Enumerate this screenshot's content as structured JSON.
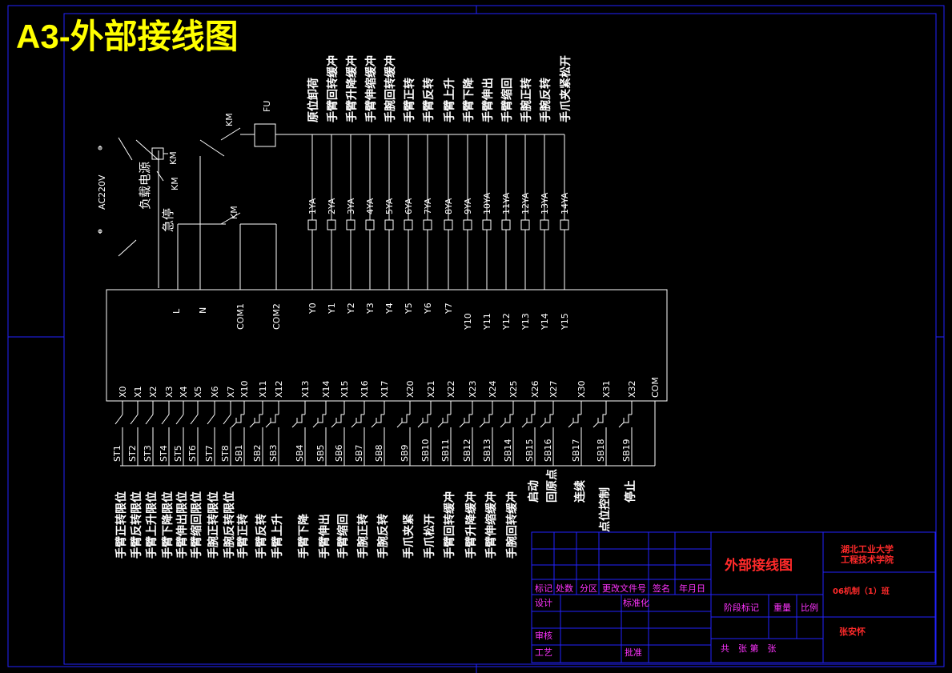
{
  "title": "A3-外部接线图",
  "power": {
    "ac": "AC220V",
    "fu": "FU",
    "km": "KM",
    "km2": "KM",
    "km3": "KM",
    "load": "负载电源",
    "stop": "急停"
  },
  "plc": {
    "top_pins": [
      "L",
      "N",
      "COM1",
      "COM2",
      "Y0",
      "Y1",
      "Y2",
      "Y3",
      "Y4",
      "Y5",
      "Y6",
      "Y7",
      "Y10",
      "Y11",
      "Y12",
      "Y13",
      "Y14",
      "Y15"
    ],
    "bottom_pins": [
      "X0",
      "X1",
      "X2",
      "X3",
      "X4",
      "X5",
      "X6",
      "X7",
      "X10",
      "X11",
      "X12",
      "X13",
      "X14",
      "X15",
      "X16",
      "X17",
      "X20",
      "X21",
      "X22",
      "X23",
      "X24",
      "X25",
      "X26",
      "X27",
      "X30",
      "X31",
      "X32",
      "COM"
    ]
  },
  "outputs": [
    {
      "ya": "1YA",
      "label": "原位卸荷"
    },
    {
      "ya": "2YA",
      "label": "手臂回转缓冲"
    },
    {
      "ya": "3YA",
      "label": "手臂升降缓冲"
    },
    {
      "ya": "4YA",
      "label": "手臂伸缩缓冲"
    },
    {
      "ya": "5YA",
      "label": "手腕回转缓冲"
    },
    {
      "ya": "6YA",
      "label": "手臂正转"
    },
    {
      "ya": "7YA",
      "label": "手臂反转"
    },
    {
      "ya": "8YA",
      "label": "手臂上升"
    },
    {
      "ya": "9YA",
      "label": "手臂下降"
    },
    {
      "ya": "10YA",
      "label": "手臂伸出"
    },
    {
      "ya": "11YA",
      "label": "手臂缩回"
    },
    {
      "ya": "12YA",
      "label": "手腕正转"
    },
    {
      "ya": "13YA",
      "label": "手腕反转"
    },
    {
      "ya": "14YA",
      "label": "手爪夹紧松开"
    }
  ],
  "inputs": [
    {
      "id": "ST1",
      "label": "手臂正转限位"
    },
    {
      "id": "ST2",
      "label": "手臂反转限位"
    },
    {
      "id": "ST3",
      "label": "手臂上升限位"
    },
    {
      "id": "ST4",
      "label": "手臂下降限位"
    },
    {
      "id": "ST5",
      "label": "手臂伸出限位"
    },
    {
      "id": "ST6",
      "label": "手臂缩回限位"
    },
    {
      "id": "ST7",
      "label": "手腕正转限位"
    },
    {
      "id": "ST8",
      "label": "手腕反转限位"
    },
    {
      "id": "SB1",
      "label": "手臂正转"
    },
    {
      "id": "SB2",
      "label": "手臂反转"
    },
    {
      "id": "SB3",
      "label": "手臂上升"
    },
    {
      "id": "SB4",
      "label": "手臂下降"
    },
    {
      "id": "SB5",
      "label": "手臂伸出"
    },
    {
      "id": "SB6",
      "label": "手臂缩回"
    },
    {
      "id": "SB7",
      "label": "手腕正转"
    },
    {
      "id": "SB8",
      "label": "手腕反转"
    },
    {
      "id": "SB9",
      "label": "手爪夹紧"
    },
    {
      "id": "SB10",
      "label": "手爪松开"
    },
    {
      "id": "SB11",
      "label": "手臂回转缓冲"
    },
    {
      "id": "SB12",
      "label": "手臂升降缓冲"
    },
    {
      "id": "SB13",
      "label": "手臂伸缩缓冲"
    },
    {
      "id": "SB14",
      "label": "手腕回转缓冲"
    },
    {
      "id": "SB15",
      "label": "启动"
    },
    {
      "id": "SB16",
      "label": "回原点"
    },
    {
      "id": "SB17",
      "label": "连续"
    },
    {
      "id": "SB18",
      "label": "点位控制"
    },
    {
      "id": "SB19",
      "label": "停止"
    }
  ],
  "titleblock": {
    "drawing_name": "外部接线图",
    "school": "湖北工业大学",
    "college": "工程技术学院",
    "class": "06机制（1）班",
    "author": "张安怀",
    "row_heads": [
      "标记",
      "处数",
      "分区",
      "更改文件号",
      "签名",
      "年月日"
    ],
    "design": "设计",
    "standard": "标准化",
    "review": "审核",
    "process": "工艺",
    "approve": "批准",
    "stage": "阶段标记",
    "weight": "重量",
    "scale": "比例",
    "sheets": "共　张 第　张"
  },
  "colors": {
    "title": "#ffff00",
    "frame": "#2222ff",
    "titleblock_text": "#ff2a2a",
    "tb_label": "#ff33ff"
  }
}
